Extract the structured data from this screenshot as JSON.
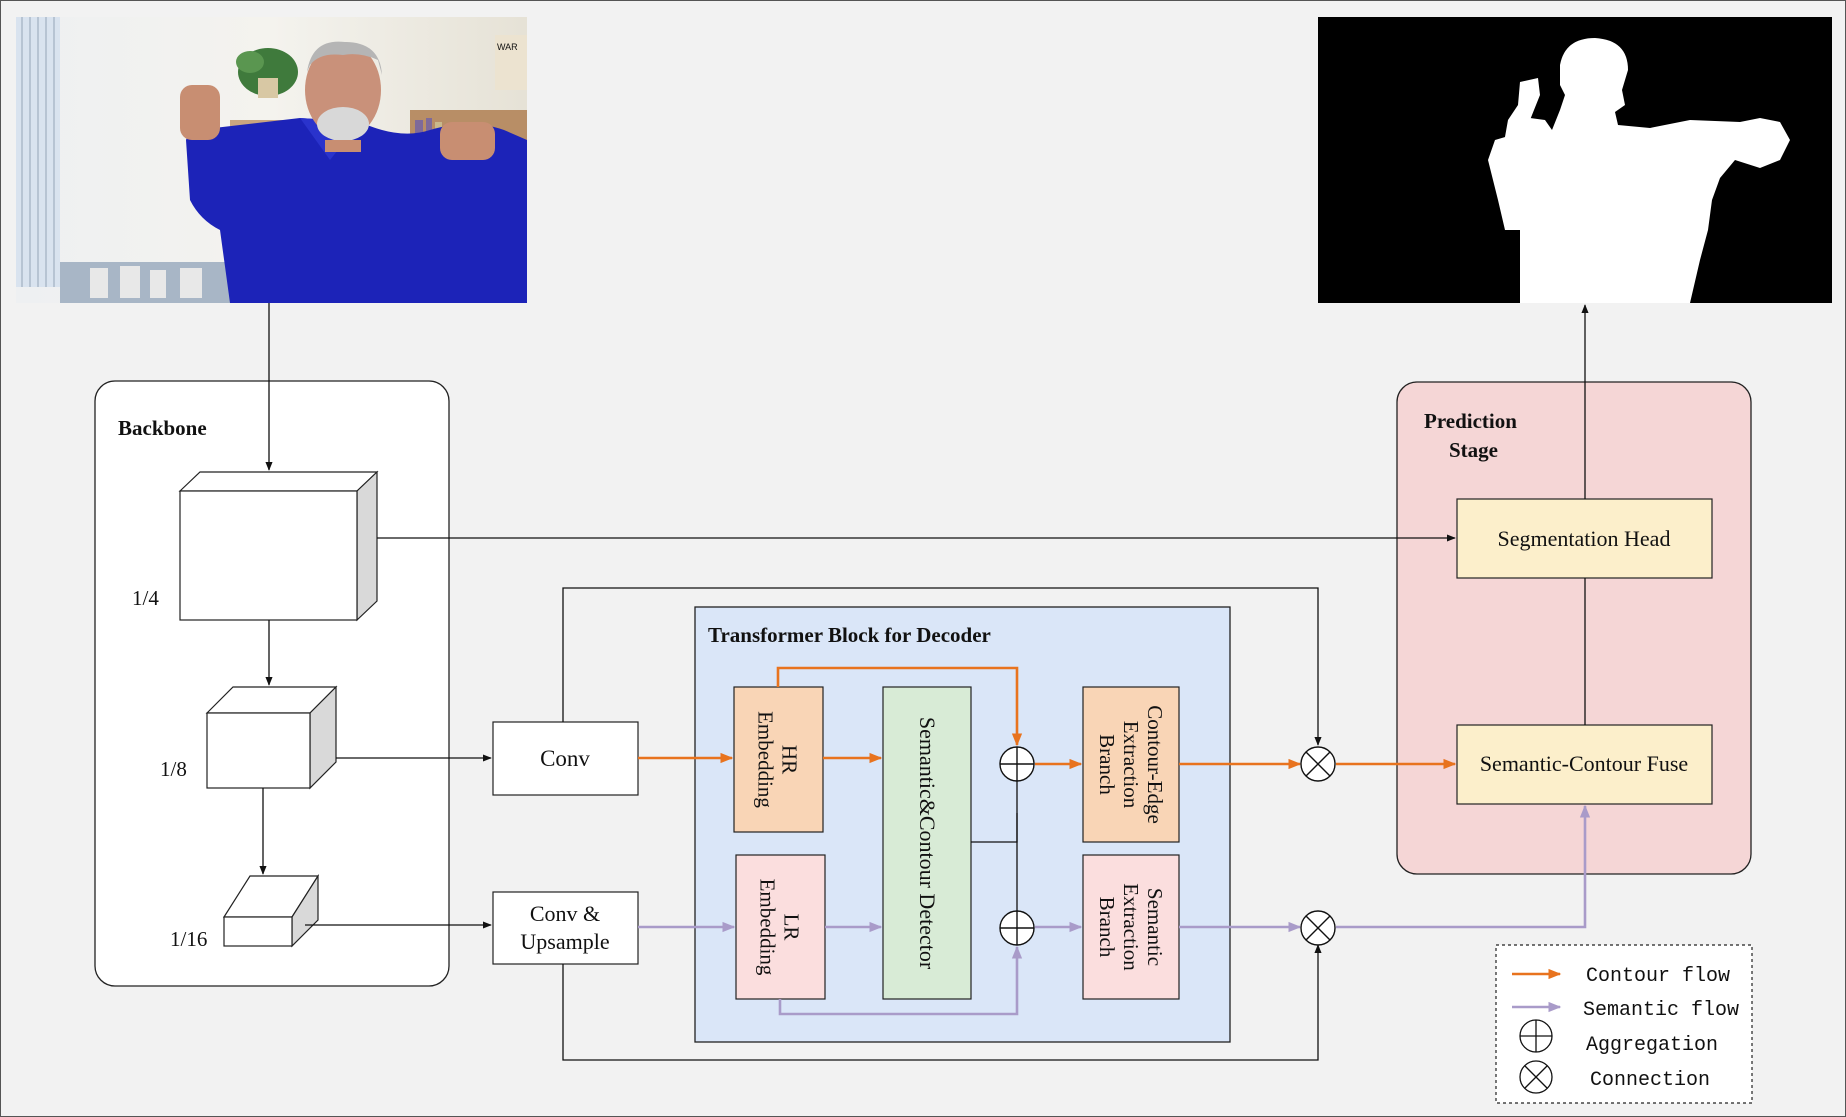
{
  "backbone": {
    "title": "Backbone",
    "scale_quarter": "1/4",
    "scale_eighth": "1/8",
    "scale_sixteenth": "1/16"
  },
  "prediction": {
    "title_line1": "Prediction",
    "title_line2": "Stage",
    "segmentation_head": "Segmentation Head",
    "fuse": "Semantic-Contour Fuse"
  },
  "convs": {
    "conv": "Conv",
    "conv_up_line1": "Conv &",
    "conv_up_line2": "Upsample"
  },
  "transformer": {
    "title": "Transformer Block for Decoder",
    "hr_line1": "HR",
    "hr_line2": "Embedding",
    "lr_line1": "LR",
    "lr_line2": "Embedding",
    "detector": "Semantic&Contour Detector",
    "contour_line1": "Contour-Edge",
    "contour_line2": "Extraction",
    "contour_line3": "Branch",
    "semantic_line1": "Semantic",
    "semantic_line2": "Extraction",
    "semantic_line3": "Branch"
  },
  "legend": {
    "contour_flow": "Contour flow",
    "semantic_flow": "Semantic flow",
    "aggregation": "Aggregation",
    "connection": "Connection"
  },
  "colors": {
    "contour": "#e8731e",
    "semantic": "#a99bc9",
    "transformer_bg": "#dae6f8",
    "prediction_bg": "#f5d6d6",
    "hr_fill": "#f9d5b6",
    "lr_fill": "#fbdede",
    "detector_fill": "#d8ebd6",
    "head_fill": "#fcefcb"
  }
}
